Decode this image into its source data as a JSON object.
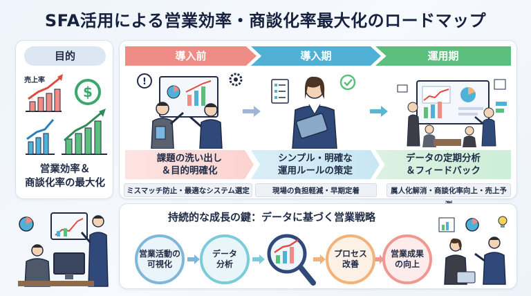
{
  "title": "SFA活用による営業効率・商談化率最大化のロードマップ",
  "purpose": {
    "label": "目的",
    "chart_badge": "売上率",
    "text_line1": "営業効率＆",
    "text_line2": "商談化率の最大化"
  },
  "phases": [
    {
      "label": "導入前",
      "desc_line1": "課題の洗い出し",
      "desc_line2": "＆目的明確化",
      "note": "ミスマッチ防止・最適なシステム選定"
    },
    {
      "label": "導入期",
      "desc_line1": "シンプル・明確な",
      "desc_line2": "運用ルールの策定",
      "note": "現場の負担軽減・早期定着"
    },
    {
      "label": "運用期",
      "desc_line1": "データの定期分析",
      "desc_line2": "＆フィードバック",
      "note": "属人化解消・商談化率向上・売上予測"
    }
  ],
  "key": {
    "title": "持続的な成長の鍵：データに基づく営業戦略",
    "steps": [
      {
        "line1": "営業活動の",
        "line2": "可視化"
      },
      {
        "line1": "データ",
        "line2": "分析"
      },
      {
        "line1": "プロセス",
        "line2": "改善"
      },
      {
        "line1": "営業成果",
        "line2": "の向上"
      }
    ]
  },
  "colors": {
    "phase1": "#f08c86",
    "phase2": "#4fb1d6",
    "phase3": "#5dbf7e"
  }
}
